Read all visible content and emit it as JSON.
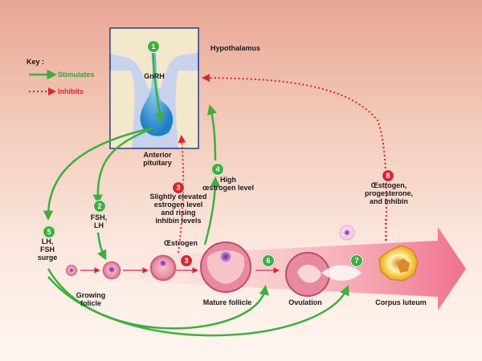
{
  "key": {
    "title": "Key :",
    "stimulates": "Stimulates",
    "inhibits": "Inhibits"
  },
  "labels": {
    "hypothalamus": "Hypothalamus",
    "gnrh": "GnRH",
    "anterior_pituitary": "Anterior\npituitary",
    "fsh_lh": "FSH,\nLH",
    "lh_fsh_surge": "LH,\nFSH\nsurge",
    "slightly_elevated": "Slightly elevated\nestrogen level\nand rising\ninhibin levels",
    "high_estrogen": "High\nœstrogen level",
    "oestrogen": "Œstrogen",
    "estrogen_progesterone_inhibin": "Œstrogen,\nprogesterone,\nand inhibin",
    "growing_follicle": "Growing\nfolicle",
    "mature_follicle": "Mature follicle",
    "ovulation": "Ovulation",
    "corpus_luteum": "Corpus luteum"
  },
  "steps": {
    "s1": "1",
    "s2": "2",
    "s3a": "3",
    "s3b": "3",
    "s4": "4",
    "s5": "5",
    "s6": "6",
    "s7": "7",
    "s8": "8"
  },
  "colors": {
    "stimulates": "#3fae3f",
    "inhibits": "#d8262c"
  }
}
